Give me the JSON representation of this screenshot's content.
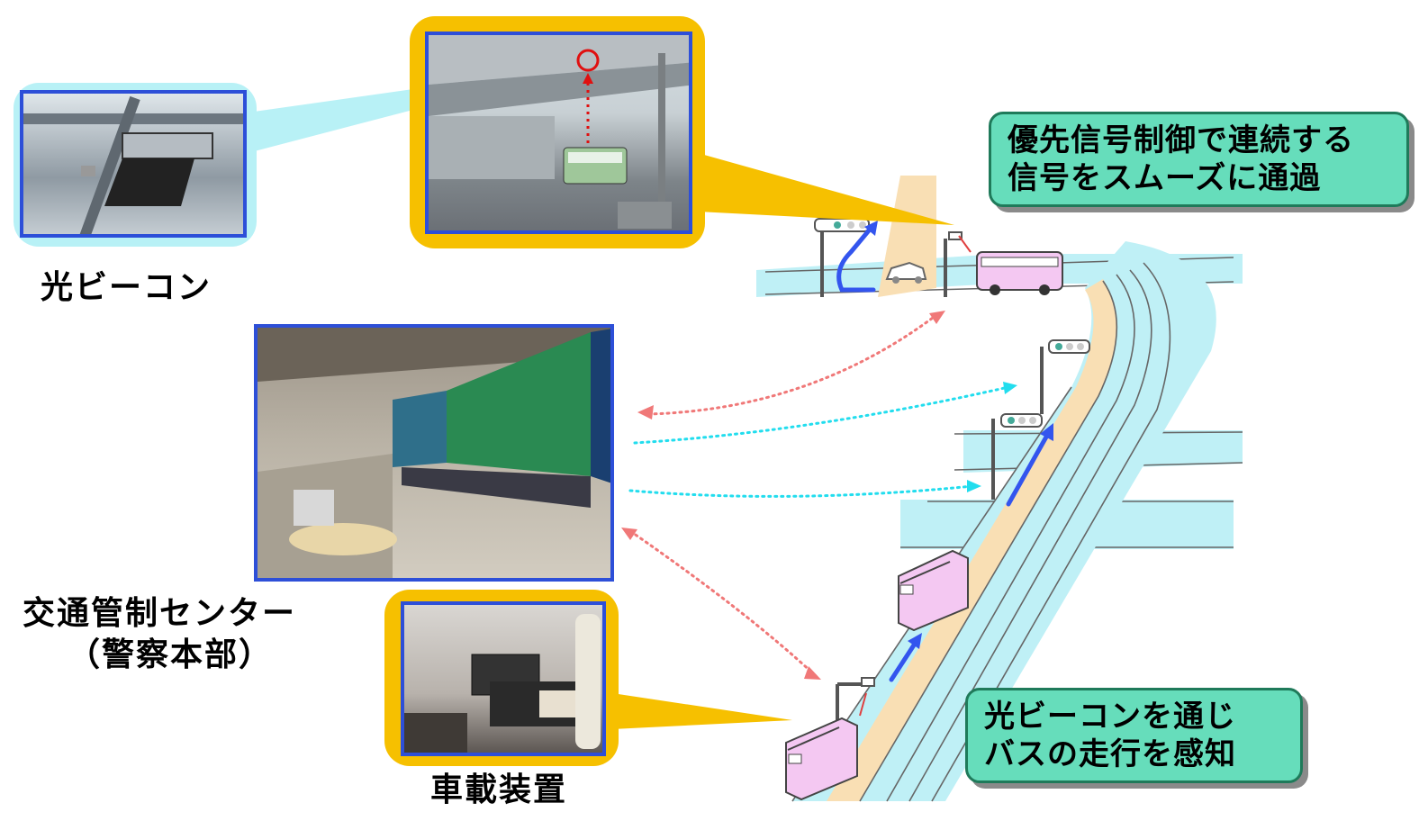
{
  "labels": {
    "beacon": "光ビーコン",
    "center_line1": "交通管制センター",
    "center_line2": "（警察本部）",
    "onboard": "車載装置"
  },
  "callouts": {
    "priority_line1": "優先信号制御で連続する",
    "priority_line2": "信号をスムーズに通過",
    "detect_line1": "光ビーコンを通じ",
    "detect_line2": "バスの走行を感知"
  },
  "colors": {
    "gold_frame": "#f6c000",
    "cyan_frame": "#b8f1f6",
    "photo_border": "#2d4fd8",
    "callout_bg": "#66ddbb",
    "road": "#bff0f6",
    "bus_lane": "#f9dfb4",
    "bus_body": "#f4c8f2",
    "arrow_red": "#f07878",
    "arrow_cyan": "#22ddee",
    "arrow_blue": "#3355ee"
  }
}
